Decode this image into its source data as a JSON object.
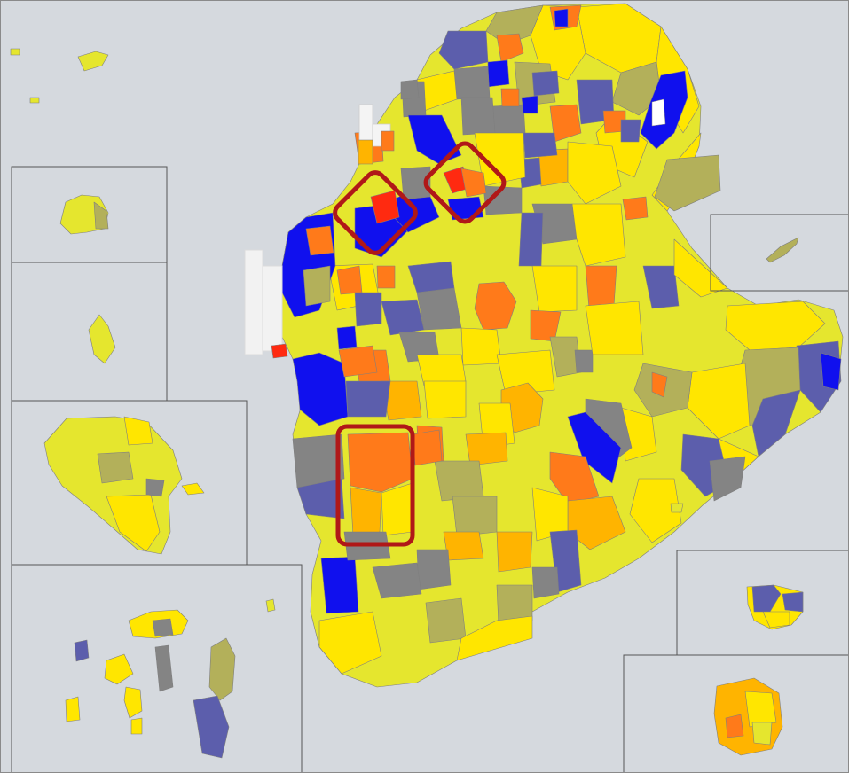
{
  "map": {
    "type": "choropleth",
    "background_color": "#d5d9de",
    "border_color": "#8a8a8a",
    "boundary_color": "#7f7f7f",
    "highlight_color": "#b01818",
    "palette": {
      "dark_blue": "#1010ee",
      "slate_blue": "#5c5eac",
      "gray": "#848484",
      "olive": "#b3b05a",
      "yellow_green": "#e5e62e",
      "yellow": "#ffe600",
      "amber": "#ffb400",
      "orange": "#ff7a1a",
      "red": "#ff2a10"
    },
    "insets": [
      "island-inset-a",
      "island-inset-b",
      "island-inset-c",
      "island-inset-d",
      "island-inset-e",
      "island-inset-f",
      "island-inset-g"
    ],
    "highlighted_areas": 3
  }
}
